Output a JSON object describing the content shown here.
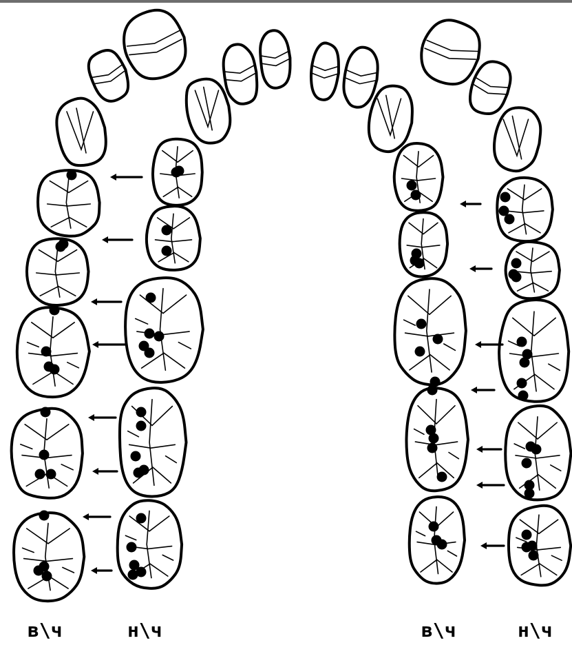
{
  "labels": {
    "upper_left": "в\\ч",
    "lower_left": "н\\ч",
    "upper_right": "в\\ч",
    "lower_right": "н\\ч"
  },
  "colors": {
    "ink": "#000000",
    "paper": "#ffffff",
    "top_border": "#6e6e6e"
  },
  "icons": {
    "arrow": "arrow-left-icon",
    "contact": "contact-dot-icon"
  }
}
